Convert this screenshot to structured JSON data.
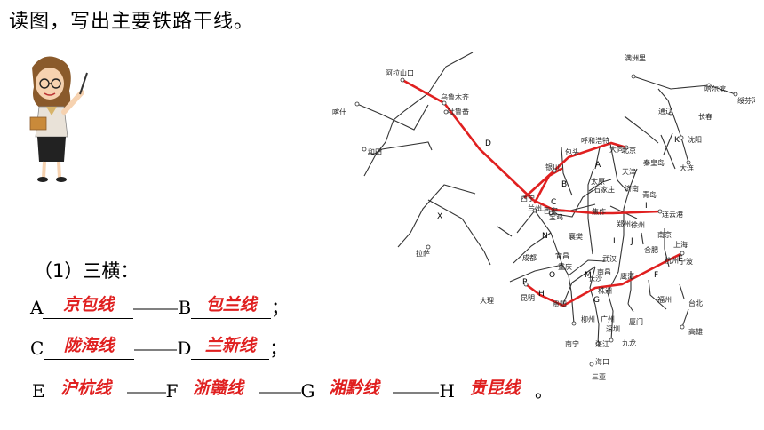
{
  "title": "读图，写出主要铁路干线。",
  "heading": "（1）三横：",
  "rows": [
    {
      "l1": "A",
      "a1": "京包线",
      "l2": "B",
      "a2": "包兰线",
      "end": "；"
    },
    {
      "l1": "C",
      "a1": "陇海线",
      "l2": "D",
      "a2": "兰新线",
      "end": "；"
    },
    {
      "l1": "E",
      "a1": "沪杭线",
      "l2": "F",
      "a2": "浙赣线",
      "l3": "G",
      "a3": "湘黔线",
      "l4": "H",
      "a4": "贵昆线",
      "end": "。"
    }
  ],
  "map": {
    "cities": [
      "阿拉山口",
      "乌鲁木齐",
      "吐鲁番",
      "喀什",
      "和田",
      "拉萨",
      "满洲里",
      "哈尔滨",
      "绥芬河",
      "通辽",
      "长春",
      "沈阳",
      "大连",
      "北京",
      "天津",
      "秦皇岛",
      "呼和浩特",
      "包头",
      "银川",
      "兰州",
      "西宁",
      "太原",
      "石家庄",
      "济南",
      "青岛",
      "徐州",
      "连云港",
      "郑州",
      "宝鸡",
      "西安",
      "南京",
      "上海",
      "杭州",
      "宁波",
      "合肥",
      "武汉",
      "重庆",
      "成都",
      "贵阳",
      "昆明",
      "柳州",
      "南宁",
      "湛江",
      "广州",
      "深圳",
      "九龙",
      "株洲",
      "长沙",
      "南昌",
      "鹰潭",
      "福州",
      "厦门",
      "台北",
      "高雄",
      "海口",
      "三亚",
      "大同",
      "大理",
      "襄樊",
      "宜昌",
      "焦作"
    ],
    "letters": [
      "A",
      "B",
      "C",
      "D",
      "E",
      "F",
      "G",
      "H",
      "I",
      "J",
      "K",
      "L",
      "M",
      "N",
      "O",
      "P",
      "X"
    ]
  },
  "colors": {
    "answer": "#e02020",
    "rail_main": "#e02020",
    "rail_other": "#333333"
  }
}
